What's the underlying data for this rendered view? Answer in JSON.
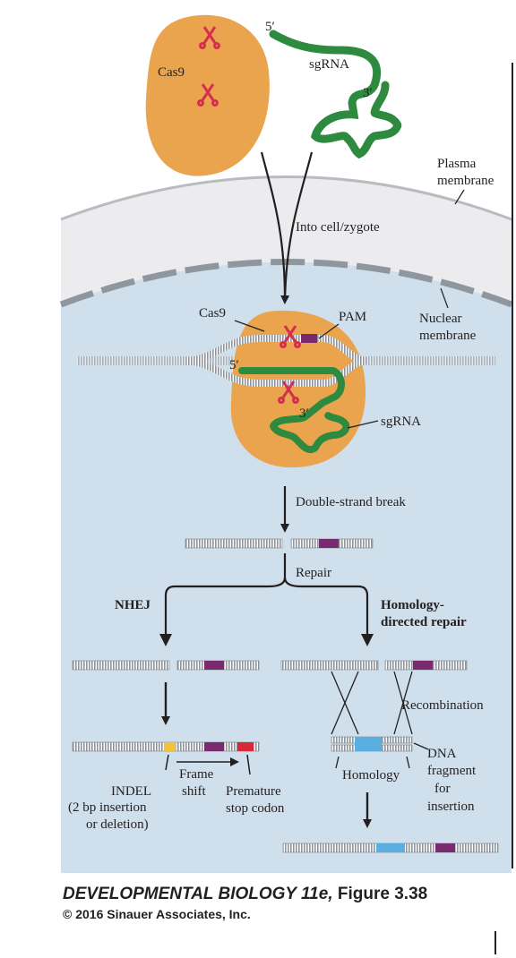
{
  "labels": {
    "cas9_top": "Cas9",
    "sgrna_top": "sgRNA",
    "five_prime_top": "5′",
    "three_prime_top": "3′",
    "plasma_membrane": [
      "Plasma",
      "membrane"
    ],
    "into_cell": "Into cell/zygote",
    "cas9_mid": "Cas9",
    "pam": "PAM",
    "nuclear_membrane": [
      "Nuclear",
      "membrane"
    ],
    "five_prime_mid": "5′",
    "three_prime_mid": "3′",
    "sgrna_mid": "sgRNA",
    "double_strand_break": "Double-strand break",
    "repair": "Repair",
    "nhej": "NHEJ",
    "hdr": [
      "Homology-",
      "directed repair"
    ],
    "recombination": "Recombination",
    "dna_fragment": [
      "DNA",
      "fragment",
      "for",
      "insertion"
    ],
    "homology": "Homology",
    "frame_shift": [
      "Frame",
      "shift"
    ],
    "indel": [
      "INDEL",
      "(2 bp insertion",
      "or deletion)"
    ],
    "premature_stop": [
      "Premature",
      "stop codon"
    ]
  },
  "caption": {
    "title": "DEVELOPMENTAL BIOLOGY 11e,",
    "figure": "Figure 3.38",
    "copyright": "© 2016 Sinauer Associates, Inc."
  },
  "colors": {
    "cas9": "#eaa44e",
    "sgrna": "#2d8a3e",
    "scissors": "#d62f4e",
    "pam": "#7a2a6e",
    "indel": "#f2c23a",
    "stop_codon": "#d9283a",
    "homology_insert": "#5aafe0",
    "cytoplasm": "#ececee",
    "nucleus": "#cfe0ec"
  }
}
